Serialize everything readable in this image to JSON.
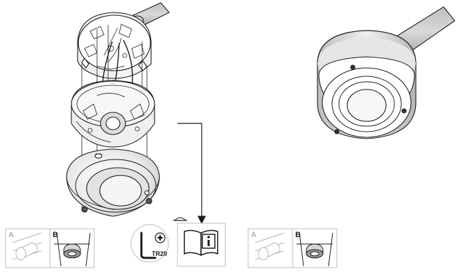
{
  "panels": {
    "left_box": {
      "label_a": "A",
      "label_b": "B"
    },
    "right_box": {
      "label_a": "A",
      "label_b": "B"
    }
  },
  "tool": {
    "label": "TR20"
  },
  "manual_icon": "info-book-icon",
  "colors": {
    "stroke": "#1a1a1a",
    "fill_light": "#ececec",
    "fill_mid": "#d6d6d6",
    "fill_dark": "#9a9a9a",
    "box_border": "#c8c8c8"
  }
}
